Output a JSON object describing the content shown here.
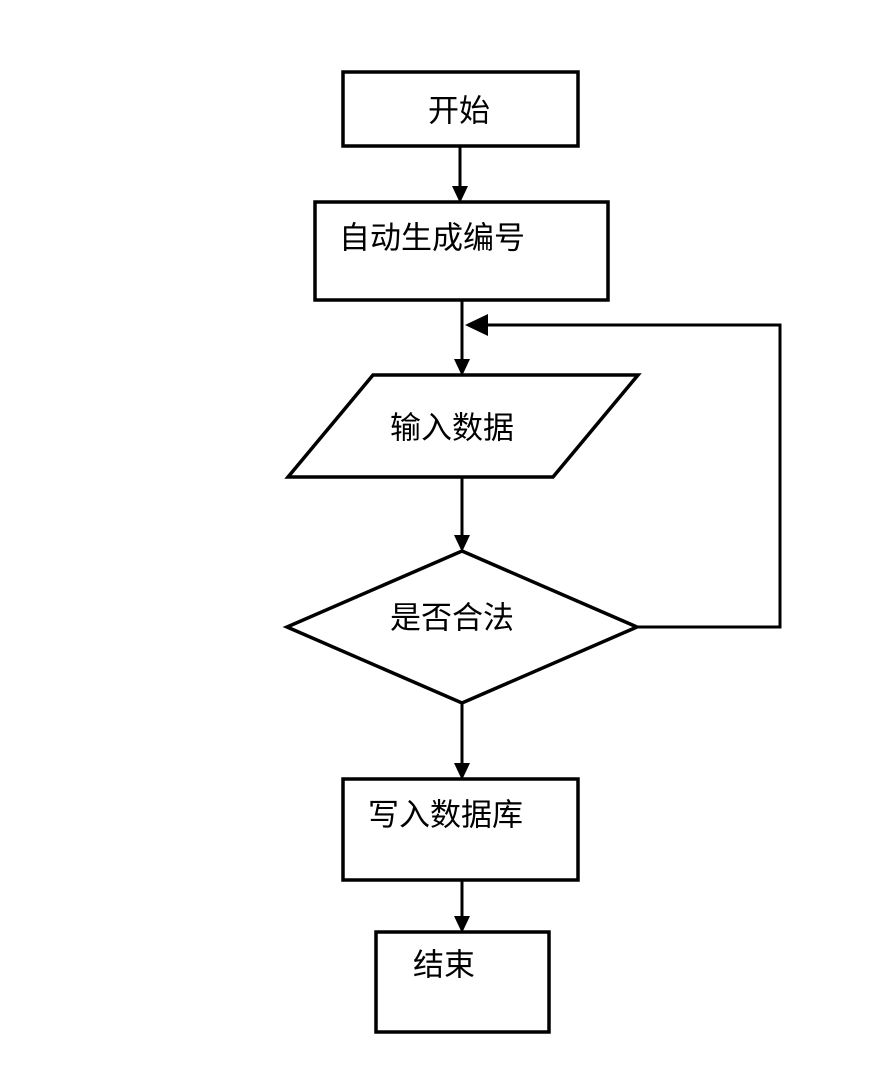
{
  "diagram": {
    "type": "flowchart",
    "colors": {
      "background": "#ffffff",
      "stroke": "#000000",
      "text": "#000000"
    },
    "nodes": {
      "start": {
        "label": "开始",
        "shape": "rectangle"
      },
      "autogen": {
        "label": "自动生成编号",
        "shape": "rectangle"
      },
      "input": {
        "label": "输入数据",
        "shape": "parallelogram"
      },
      "decision": {
        "label": "是否合法",
        "shape": "diamond"
      },
      "write": {
        "label": "写入数据库",
        "shape": "rectangle"
      },
      "end": {
        "label": "结束",
        "shape": "rectangle"
      }
    },
    "edges": [
      {
        "from": "start",
        "to": "autogen"
      },
      {
        "from": "autogen",
        "to": "input"
      },
      {
        "from": "input",
        "to": "decision"
      },
      {
        "from": "decision",
        "to": "write"
      },
      {
        "from": "decision",
        "to": "input",
        "note": "loop-back"
      },
      {
        "from": "write",
        "to": "end"
      }
    ]
  }
}
